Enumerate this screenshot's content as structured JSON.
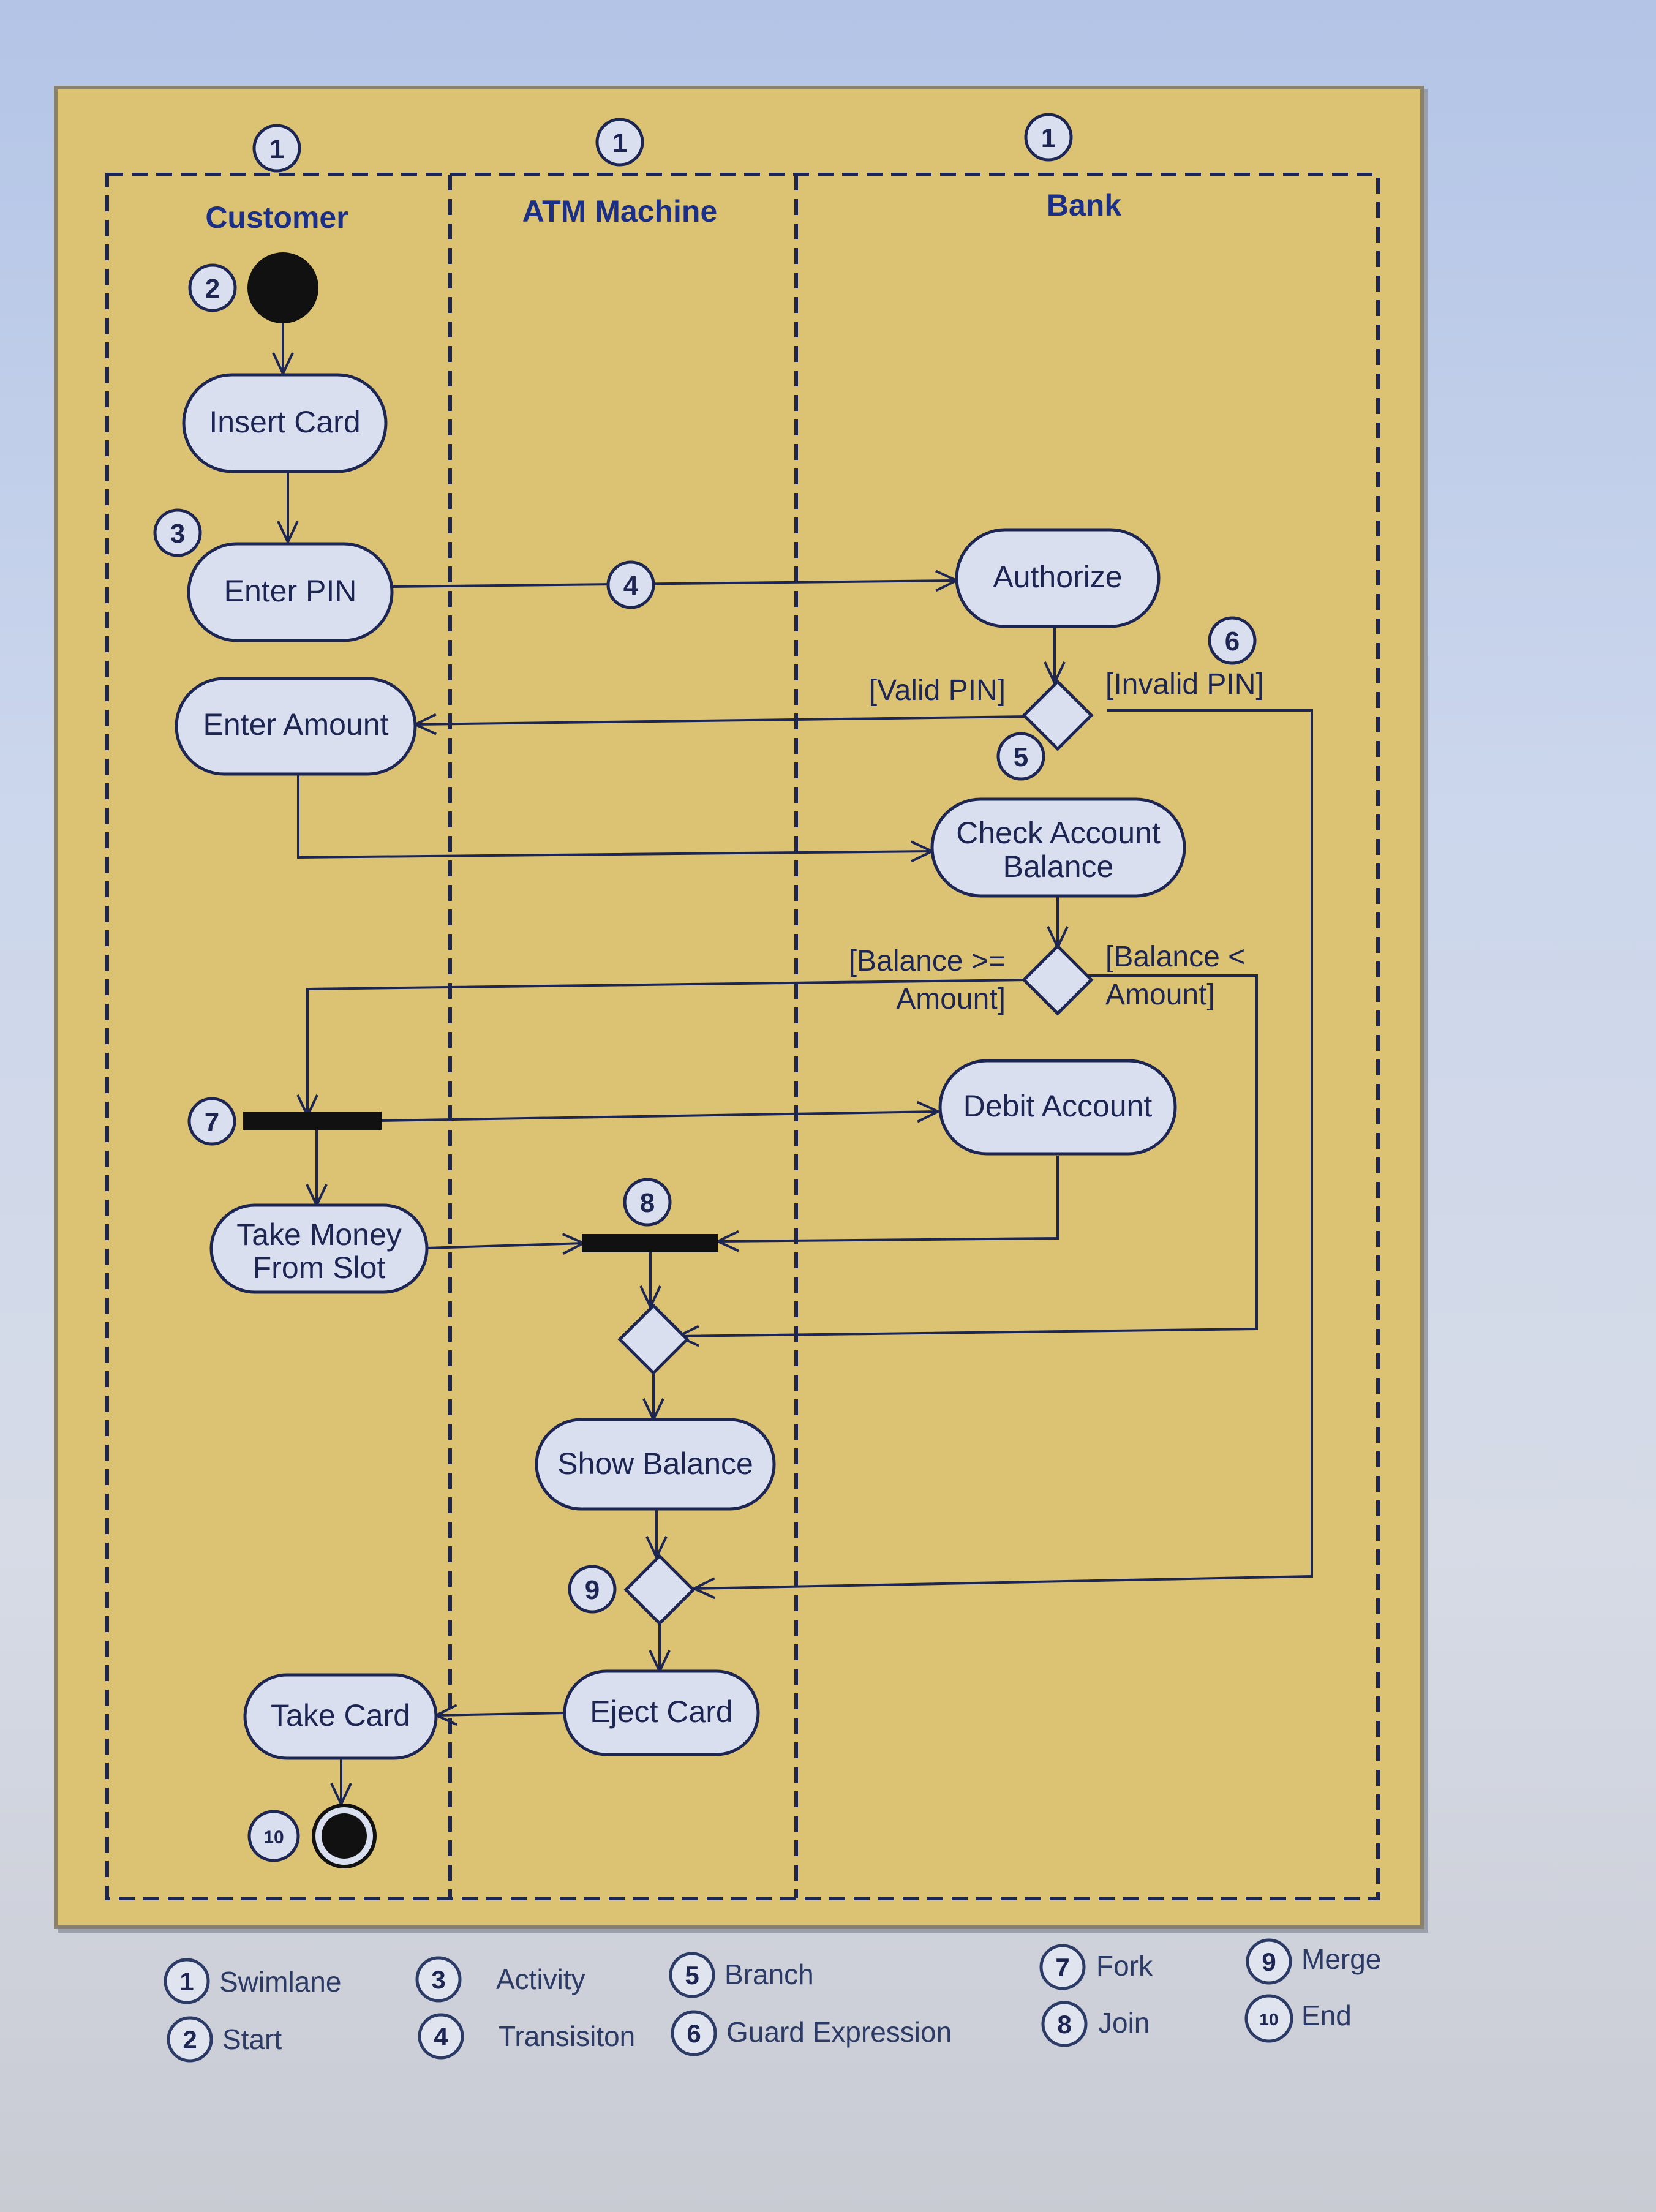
{
  "lanes": {
    "customer": "Customer",
    "atm": "ATM Machine",
    "bank": "Bank"
  },
  "nodes": {
    "insert_card": "Insert Card",
    "enter_pin": "Enter PIN",
    "authorize": "Authorize",
    "enter_amount": "Enter Amount",
    "check_balance_1": "Check Account",
    "check_balance_2": "Balance",
    "debit_account": "Debit Account",
    "take_money_1": "Take Money",
    "take_money_2": "From Slot",
    "show_balance": "Show Balance",
    "eject_card": "Eject Card",
    "take_card": "Take Card"
  },
  "guards": {
    "valid_pin": "[Valid PIN]",
    "invalid_pin": "[Invalid PIN]",
    "balance_ge_1": "[Balance >=",
    "balance_ge_2": "Amount]",
    "balance_lt_1": "[Balance <",
    "balance_lt_2": "Amount]"
  },
  "badges": {
    "swimlane": "1",
    "start": "2",
    "activity": "3",
    "transition": "4",
    "branch": "5",
    "guard": "6",
    "fork": "7",
    "join": "8",
    "merge": "9",
    "end": "10"
  },
  "legend": {
    "swimlane": "Swimlane",
    "start": "Start",
    "activity": "Activity",
    "transition": "Transisiton",
    "branch": "Branch",
    "guard": "Guard Expression",
    "fork": "Fork",
    "join": "Join",
    "merge": "Merge",
    "end": "End"
  },
  "colors": {
    "panel": "#dcc273",
    "node_fill": "#d9dfee",
    "ink": "#1d2553",
    "lane_title": "#1b2f86"
  }
}
